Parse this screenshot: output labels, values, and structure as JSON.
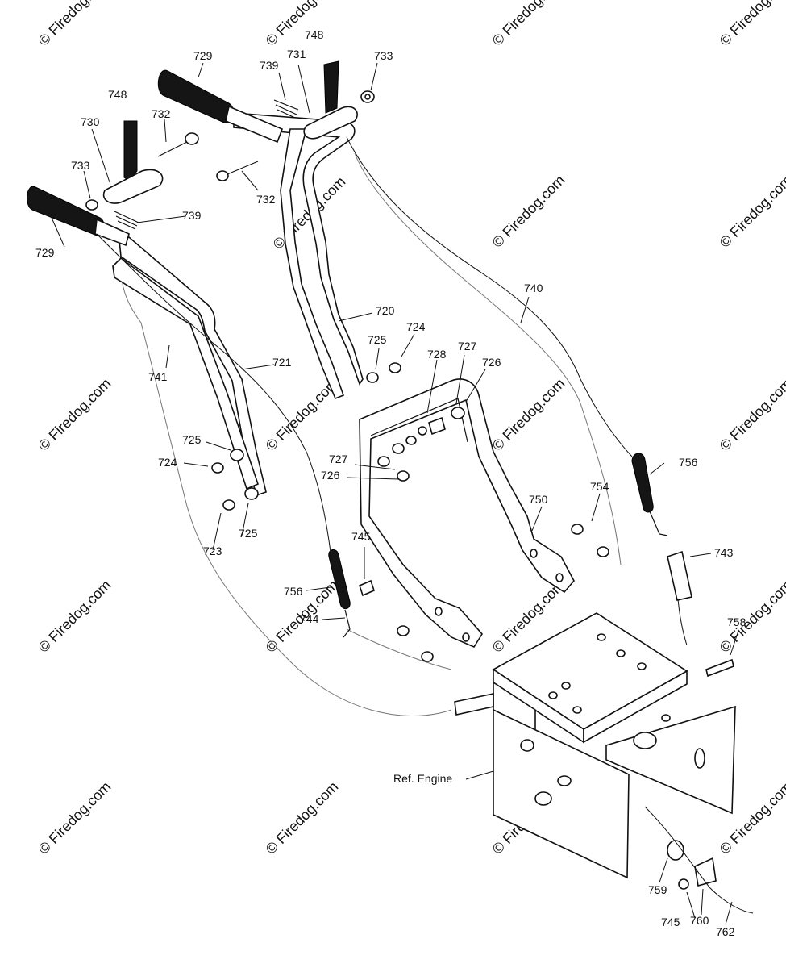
{
  "watermark": "© Firedog.com",
  "callouts": {
    "729a": "729",
    "729b": "729",
    "748a": "748",
    "748b": "748",
    "739a": "739",
    "739b": "739",
    "731": "731",
    "733a": "733",
    "733b": "733",
    "730": "730",
    "732a": "732",
    "732b": "732",
    "720": "720",
    "721": "721",
    "740": "740",
    "741": "741",
    "725a": "725",
    "725b": "725",
    "725c": "725",
    "724a": "724",
    "724b": "724",
    "728": "728",
    "727a": "727",
    "727b": "727",
    "726a": "726",
    "726b": "726",
    "723": "723",
    "745a": "745",
    "745b": "745",
    "756a": "756",
    "756b": "756",
    "744": "744",
    "750": "750",
    "754": "754",
    "743": "743",
    "758": "758",
    "759": "759",
    "760": "760",
    "762": "762"
  },
  "ref_engine": "Ref. Engine",
  "colors": {
    "line": "#111111",
    "grip": "#151515",
    "watermark": "#cfcfcf",
    "background": "#ffffff"
  }
}
